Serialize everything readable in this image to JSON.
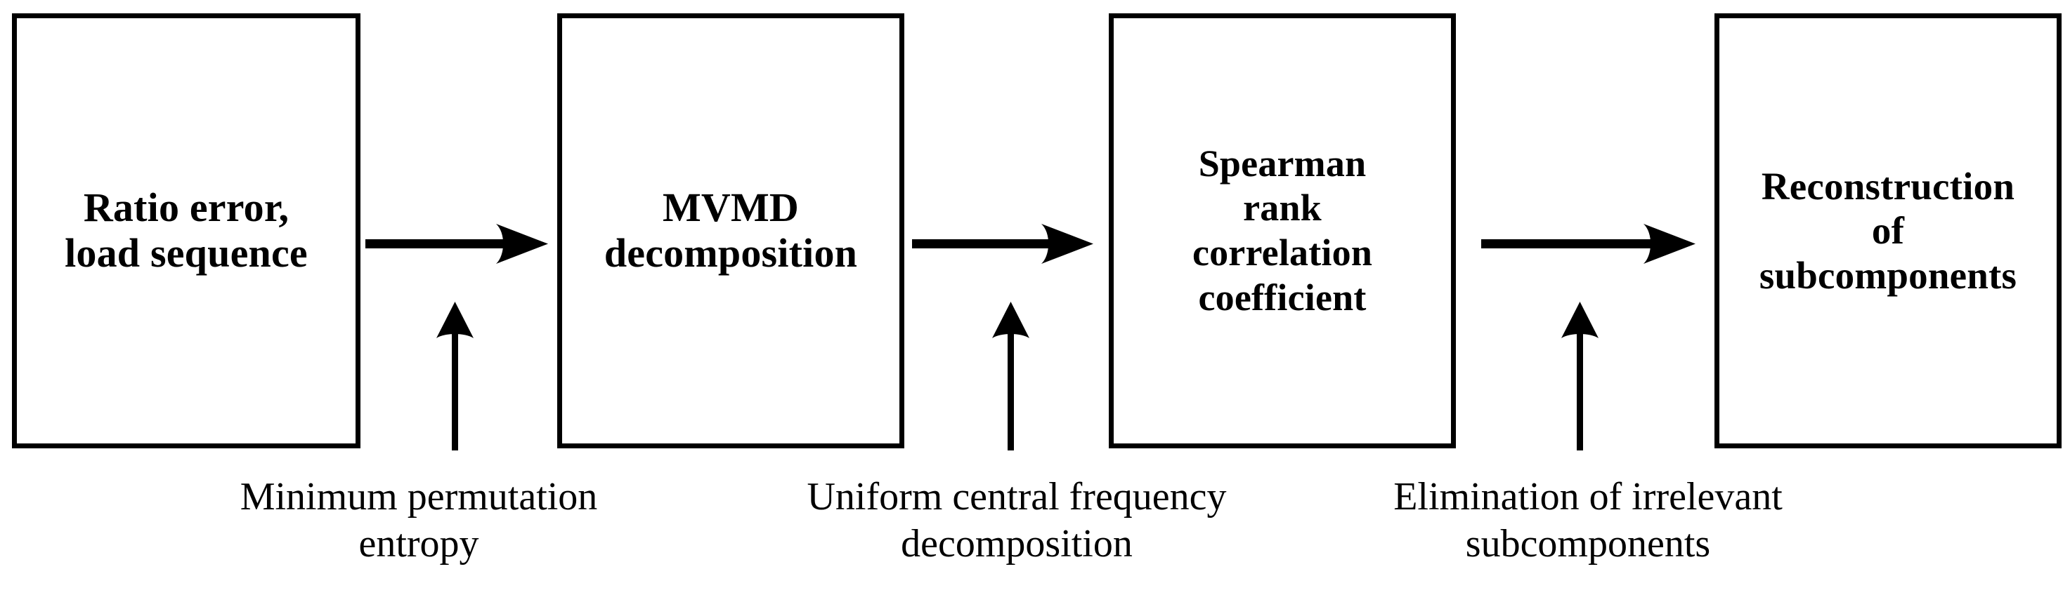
{
  "diagram": {
    "title": "MVMD-based subcomponent reconstruction flowchart",
    "ink_color": "#000000",
    "background_color": "#ffffff",
    "stages": [
      {
        "id": "stage-1",
        "label": "Ratio error,\nload sequence"
      },
      {
        "id": "stage-2",
        "label": "MVMD\ndecomposition"
      },
      {
        "id": "stage-3",
        "label": "Spearman\nrank\ncorrelation\ncoefficient"
      },
      {
        "id": "stage-4",
        "label": "Reconstruction\nof\nsubcomponents"
      }
    ],
    "flow_arrows": [
      {
        "id": "flow-1",
        "from": "stage-1",
        "to": "stage-2",
        "direction": "right"
      },
      {
        "id": "flow-2",
        "from": "stage-2",
        "to": "stage-3",
        "direction": "right"
      },
      {
        "id": "flow-3",
        "from": "stage-3",
        "to": "stage-4",
        "direction": "right"
      }
    ],
    "annotations": [
      {
        "id": "annotation-1",
        "label": "Minimum permutation\nentropy",
        "points_to": "flow-1",
        "direction": "up"
      },
      {
        "id": "annotation-2",
        "label": "Uniform central frequency\ndecomposition",
        "points_to": "flow-2",
        "direction": "up"
      },
      {
        "id": "annotation-3",
        "label": "Elimination of irrelevant\nsubcomponents",
        "points_to": "flow-3",
        "direction": "up"
      }
    ]
  }
}
